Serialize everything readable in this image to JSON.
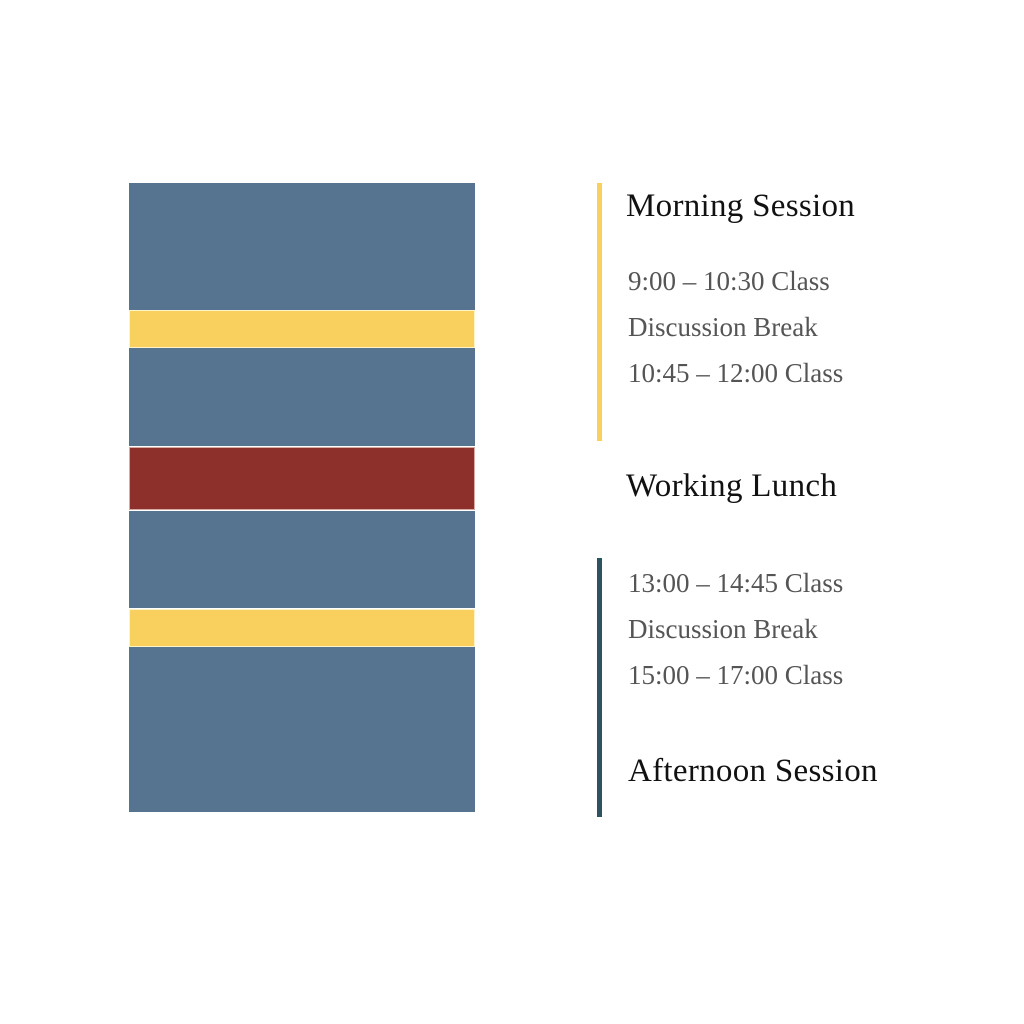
{
  "colors": {
    "class": "#56738f",
    "break": "#f9d05e",
    "lunch": "#8d302c",
    "morning_line": "#f9d05e",
    "afternoon_line": "#2b555c"
  },
  "morning": {
    "title": "Morning Session",
    "items": [
      "9:00 – 10:30 Class",
      "Discussion Break",
      "10:45 – 12:00 Class"
    ]
  },
  "lunch": {
    "title": "Working Lunch"
  },
  "afternoon": {
    "title": "Afternoon Session",
    "items": [
      "13:00 – 14:45 Class",
      "Discussion Break",
      "15:00 – 17:00 Class"
    ]
  }
}
